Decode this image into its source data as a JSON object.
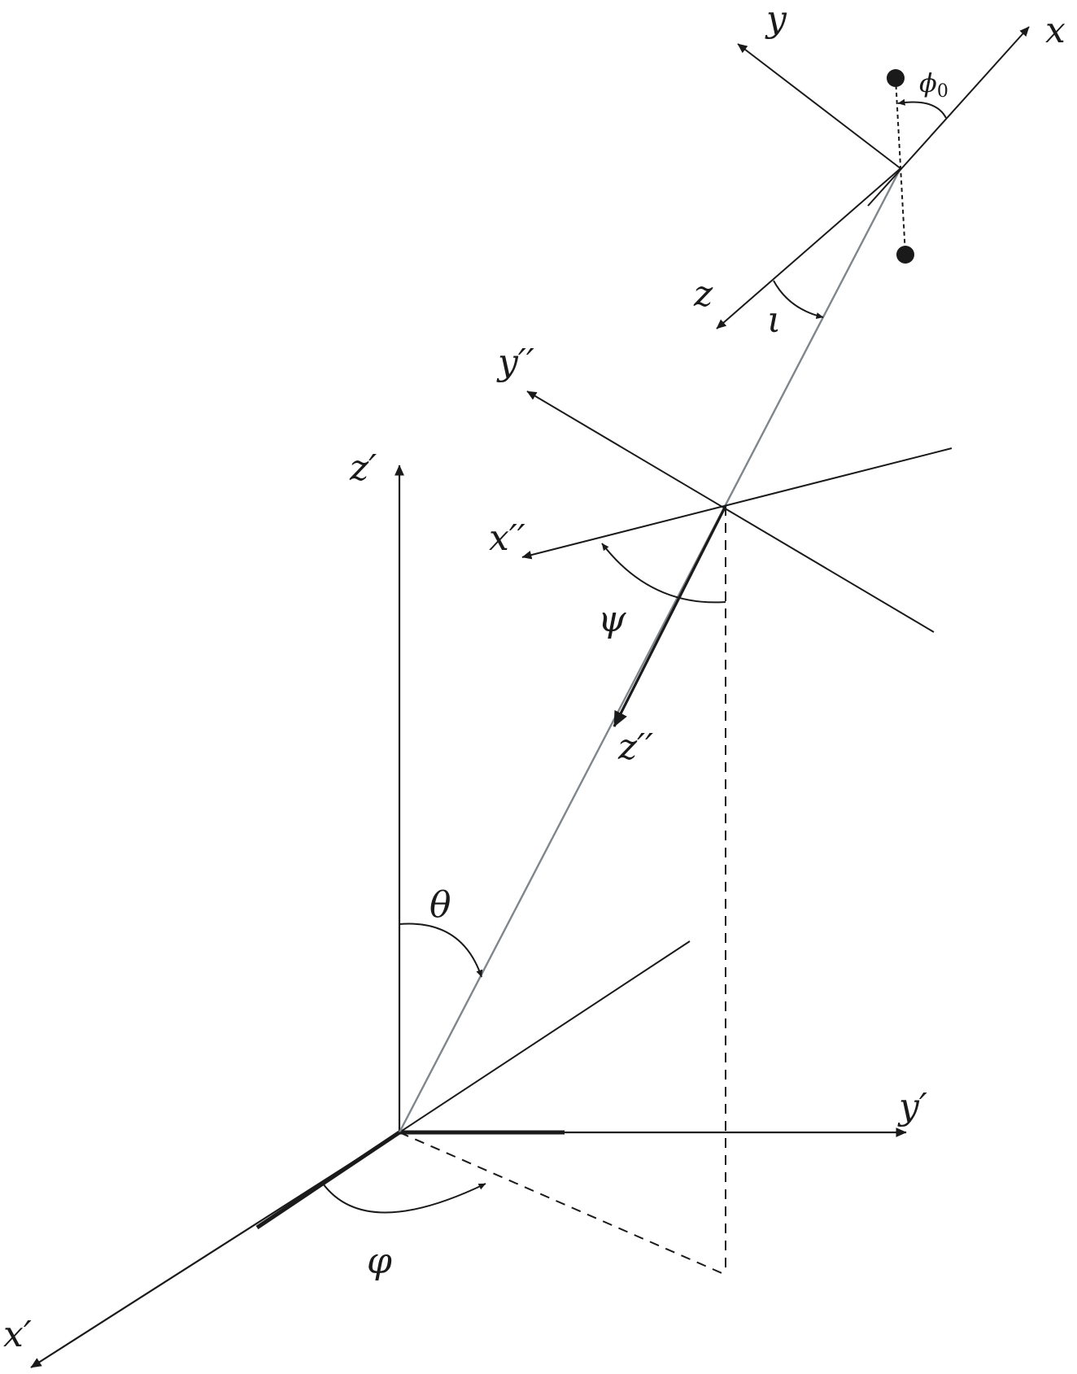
{
  "labels": {
    "y": "y",
    "x": "x",
    "phi0_main": "ϕ",
    "phi0_sub": "0",
    "z": "z",
    "iota": "ι",
    "y2": "y′′",
    "x2": "x′′",
    "psi": "ψ",
    "z2": "z′′",
    "z1": "z′",
    "theta": "θ",
    "y1": "y′",
    "phi": "φ",
    "x1": "x′"
  },
  "colors": {
    "ink": "#1a1a1a",
    "line_of_sight": "#7f868c"
  }
}
